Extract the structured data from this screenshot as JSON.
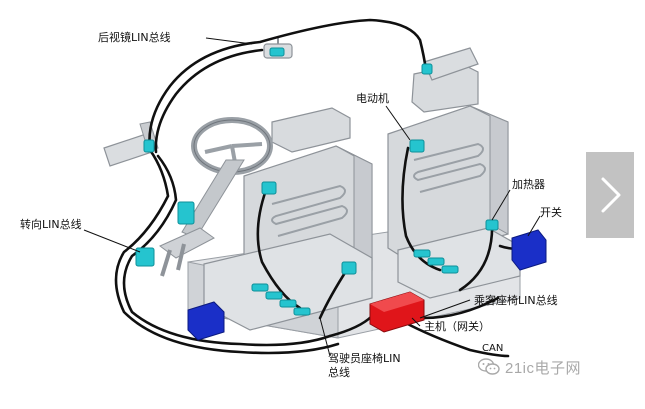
{
  "labels": {
    "rearview_mirror_bus": "后视镜LIN总线",
    "motor": "电动机",
    "heater": "加热器",
    "switch": "开关",
    "steering_bus": "转向LIN总线",
    "passenger_seat_bus": "乘客座椅LIN总线",
    "host_gateway": "主机（网关）",
    "can": "CAN",
    "driver_seat_bus_line1": "驾驶员座椅LIN",
    "driver_seat_bus_line2": "总线"
  },
  "watermark": {
    "text": "21ic电子网",
    "icon": "wechat-icon"
  },
  "nav": {
    "icon": "chevron-right-icon"
  },
  "colors": {
    "seat_fill": "#d6d9dc",
    "seat_stroke": "#8e9399",
    "cyan_module": "#25c4cf",
    "blue_box": "#1a2fc8",
    "red_box": "#e0151a",
    "wire": "#101010",
    "nav_bg": "#c2c2c2"
  }
}
